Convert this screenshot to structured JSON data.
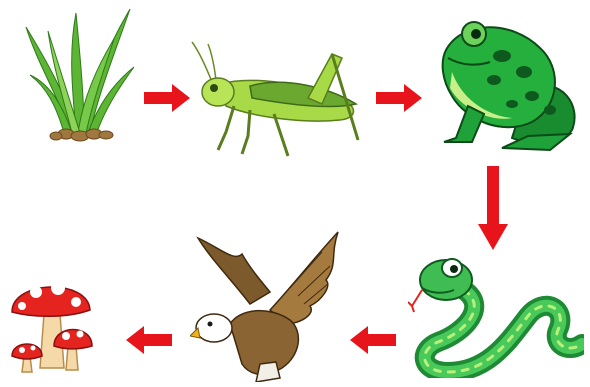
{
  "diagram": {
    "organisms": [
      {
        "id": "grass",
        "icon": "grass-icon"
      },
      {
        "id": "grasshopper",
        "icon": "grasshopper-icon"
      },
      {
        "id": "frog",
        "icon": "frog-icon"
      },
      {
        "id": "snake",
        "icon": "snake-icon"
      },
      {
        "id": "eagle",
        "icon": "eagle-icon"
      },
      {
        "id": "mushroom",
        "icon": "mushroom-icon"
      }
    ],
    "flow": [
      {
        "from": "grass",
        "to": "grasshopper",
        "direction": "right"
      },
      {
        "from": "grasshopper",
        "to": "frog",
        "direction": "right"
      },
      {
        "from": "frog",
        "to": "snake",
        "direction": "down"
      },
      {
        "from": "snake",
        "to": "eagle",
        "direction": "left"
      },
      {
        "from": "eagle",
        "to": "mushroom",
        "direction": "left"
      }
    ],
    "colors": {
      "arrow": "#e8141b",
      "grass": "#4caf2a",
      "grasshopper": "#9ed63a",
      "frog": "#1fa23a",
      "snake": "#32b34a",
      "eagle": "#8a6a3a",
      "mushroom": "#e52420",
      "background": "#ffffff"
    }
  }
}
